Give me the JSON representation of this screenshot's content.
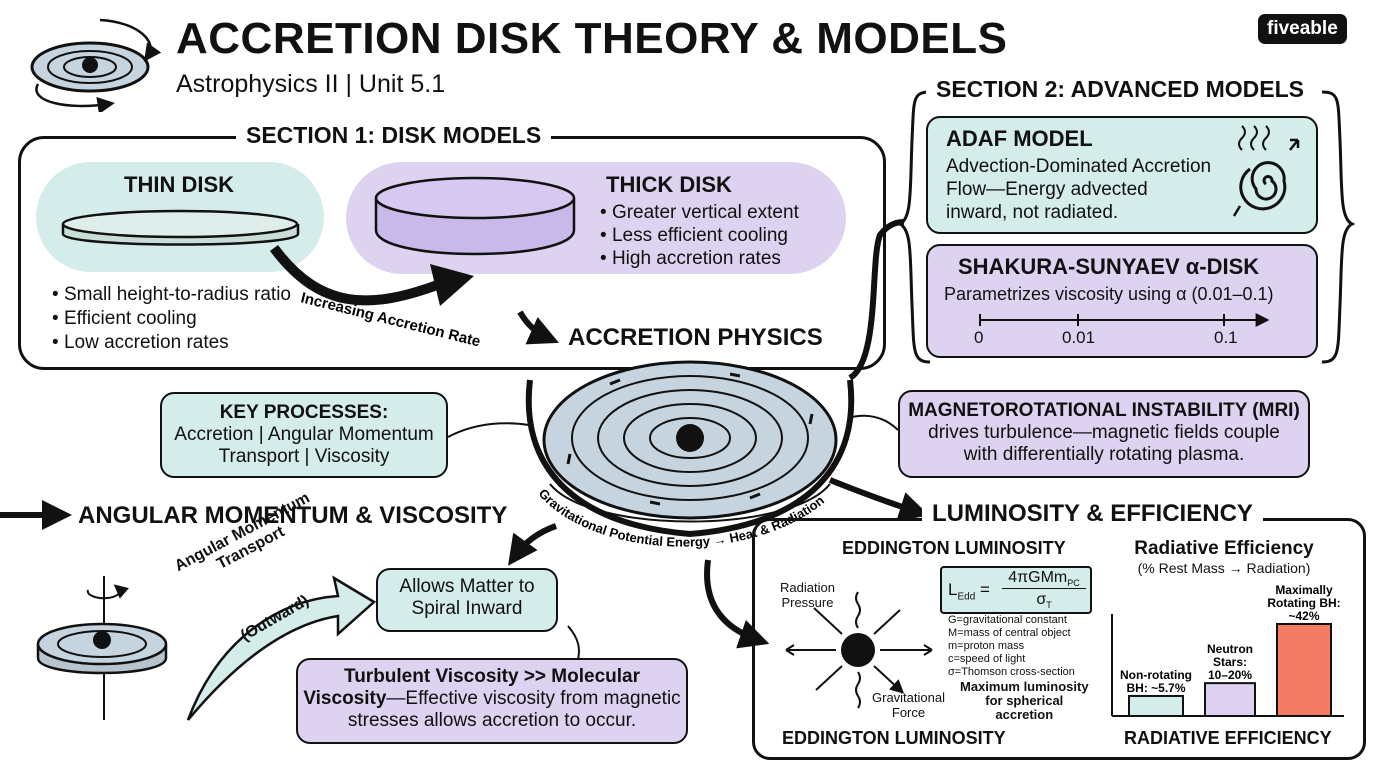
{
  "header": {
    "title": "ACCRETION DISK THEORY & MODELS",
    "subtitle": "Astrophysics II | Unit 5.1",
    "brand": "fiveable"
  },
  "section1": {
    "heading": "SECTION 1: DISK MODELS",
    "thin": {
      "title": "THIN DISK",
      "bullets": [
        "Small height-to-radius ratio",
        "Efficient cooling",
        "Low accretion rates"
      ]
    },
    "thick": {
      "title": "THICK DISK",
      "bullets": [
        "Greater vertical extent",
        "Less efficient cooling",
        "High accretion rates"
      ]
    },
    "arrow_label": "Increasing Accretion Rate"
  },
  "section2": {
    "heading": "SECTION 2: ADVANCED MODELS",
    "adaf": {
      "title": "ADAF MODEL",
      "text": [
        "Advection-Dominated Accretion",
        "Flow—Energy advected",
        "inward, not radiated."
      ]
    },
    "ss": {
      "title": "SHAKURA-SUNYAEV α-DISK",
      "text": "Parametrizes viscosity using α (0.01–0.1)",
      "scale": [
        "0",
        "0.01",
        "0.1"
      ]
    }
  },
  "center": {
    "title": "ACCRETION PHYSICS",
    "curve_label": "Gravitational Potential Energy → Heat & Radiation"
  },
  "key_processes": {
    "title": "KEY PROCESSES:",
    "lines": [
      "Accretion | Angular Momentum",
      "Transport | Viscosity"
    ]
  },
  "mri": {
    "title": "MAGNETOROTATIONAL INSTABILITY (MRI)",
    "lines": [
      "drives turbulence—magnetic fields couple",
      "with differentially rotating plasma."
    ]
  },
  "angular": {
    "heading": "ANGULAR MOMENTUM & VISCOSITY",
    "arrow_label": [
      "Angular Momentum",
      "Transport"
    ],
    "outward": "(Outward)",
    "spiral_box": [
      "Allows Matter to",
      "Spiral Inward"
    ],
    "turb_box": {
      "bold": [
        "Turbulent Viscosity >> Molecular",
        "Viscosity"
      ],
      "rest": "—Effective viscosity from magnetic",
      "line3": "stresses allows accretion to occur."
    }
  },
  "luminosity": {
    "heading": "LUMINOSITY & EFFICIENCY",
    "edd": {
      "title": "EDDINGTON LUMINOSITY",
      "footer": "EDDINGTON LUMINOSITY",
      "radiation_pressure": [
        "Radiation",
        "Pressure"
      ],
      "grav_force": [
        "Gravitational",
        "Force"
      ],
      "formula_lhs": "L",
      "formula_sub": "Edd",
      "formula_num": "4πGMm",
      "formula_num_sub": "PC",
      "formula_den": "σ",
      "formula_den_sub": "T",
      "legend": [
        "G=gravitational constant",
        "M=mass of central object",
        "m=proton mass",
        "c=speed of light",
        "σ=Thomson cross-section"
      ],
      "note": [
        "Maximum luminosity",
        "for spherical",
        "accretion"
      ]
    },
    "chart_data": {
      "type": "bar",
      "title": "Radiative Efficiency",
      "subtitle": "(% Rest Mass → Radiation)",
      "footer": "RADIATIVE EFFICIENCY",
      "categories": [
        [
          "Non-rotating",
          "BH: ~5.7%"
        ],
        [
          "Neutron",
          "Stars:",
          "10–20%"
        ],
        [
          "Maximally",
          "Rotating BH:",
          "~42%"
        ]
      ],
      "values": [
        5.7,
        15,
        42
      ],
      "colors": [
        "#d4ecea",
        "#ddd3f1",
        "#f47b65"
      ],
      "ylim": [
        0,
        42
      ]
    }
  }
}
